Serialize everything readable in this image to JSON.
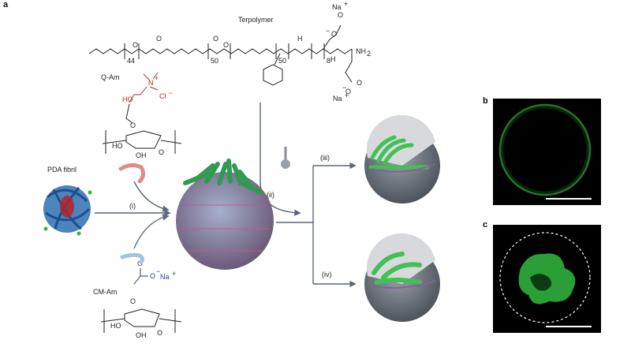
{
  "panels": {
    "a": "a",
    "b": "b",
    "c": "c"
  },
  "chem": {
    "terpolymer": "Terpolymer",
    "q_am": "Q-Am",
    "cm_am": "CM-Am",
    "pda_fibril": "PDA fibril",
    "na": "Na",
    "na_plus": "+",
    "minus": "−",
    "plus": "+",
    "n_plus": "N",
    "cl": "Cl",
    "o": "O",
    "ho": "HO",
    "oh": "OH",
    "h": "H",
    "n": "N",
    "nh2": "NH",
    "sub2": "2",
    "sub44": "44",
    "sub50a": "50",
    "sub50b": "50",
    "sub8": "8"
  },
  "steps": {
    "i": "(i)",
    "ii": "(ii)",
    "iii": "(iii)",
    "iv": "(iv)"
  },
  "colors": {
    "red": "#c0262d",
    "blue": "#2b3990",
    "green": "#3fae49",
    "grey": "#5a6776"
  }
}
